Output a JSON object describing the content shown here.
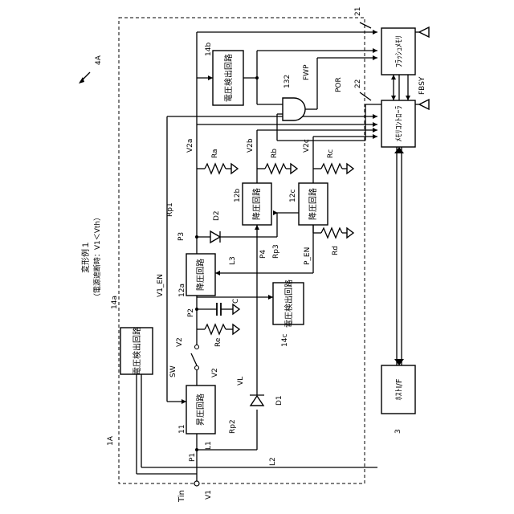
{
  "figure": {
    "title_line1": "変形例１",
    "title_line2": "（電源遮断時：V1＜Vth）",
    "ref_1A": "1A",
    "ref_4A": "4A"
  },
  "blocks": {
    "boost": "昇圧回路",
    "step_down_12a": "降圧回路",
    "step_down_12b": "降圧回路",
    "step_down_12c": "降圧回路",
    "volt_detect_14a": "電圧検出回路",
    "volt_detect_14b": "電圧検出回路",
    "volt_detect_14c": "電圧検出回路",
    "flash_memory": "ﾌﾗｯｼｭﾒﾓﾘ",
    "memory_controller": "ﾒﾓﾘｺﾝﾄﾛｰﾗ",
    "host_if": "ﾎｽﾄI/F"
  },
  "labels": {
    "ref_11": "11",
    "ref_12a": "12a",
    "ref_12b": "12b",
    "ref_12c": "12c",
    "ref_14a": "14a",
    "ref_14b": "14b",
    "ref_14c": "14c",
    "ref_21": "21",
    "ref_22": "22",
    "ref_3": "3",
    "ref_132": "132",
    "tin": "Tin",
    "v1": "V1",
    "p1": "P1",
    "l1": "L1",
    "l2": "L2",
    "l3": "L3",
    "rp2": "Rp2",
    "rp1": "Rp1",
    "rp3": "Rp3",
    "p2": "P2",
    "p3": "P3",
    "p4": "P4",
    "p_en": "P_EN",
    "sw": "SW",
    "v2_a": "V2",
    "v2_b": "V2",
    "vl": "VL",
    "d1": "D1",
    "d2": "D2",
    "c": "C",
    "re": "Re",
    "ra": "Ra",
    "rb": "Rb",
    "rc": "Rc",
    "rd": "Rd",
    "v2a": "V2a",
    "v2b": "V2b",
    "v2c": "V2c",
    "v1_en": "V1_EN",
    "fwp": "FWP",
    "por": "POR",
    "fbsy": "FBSY"
  }
}
